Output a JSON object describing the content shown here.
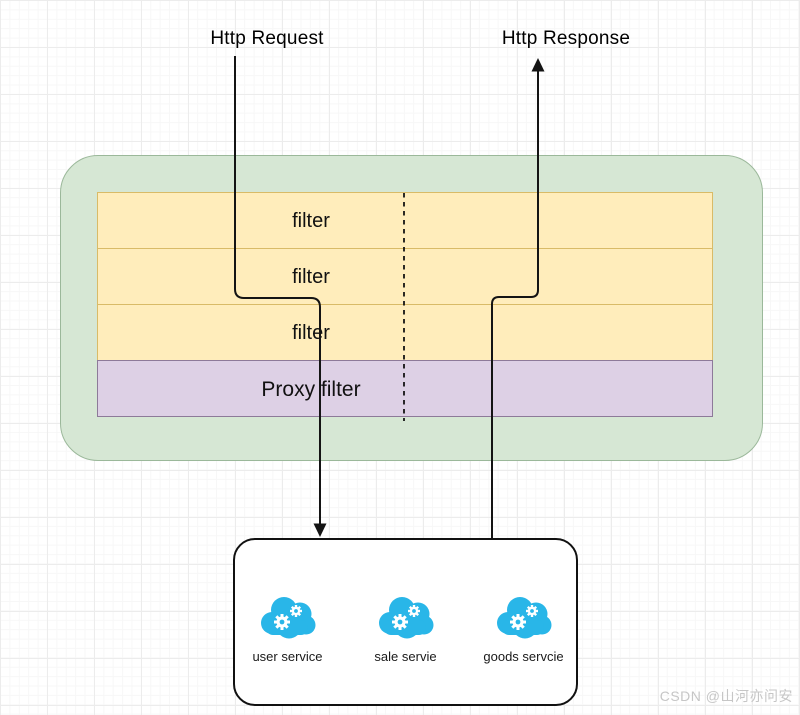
{
  "diagram": {
    "request_label": "Http Request",
    "response_label": "Http Response",
    "filters": [
      "filter",
      "filter",
      "filter"
    ],
    "proxy_filter": "Proxy filter",
    "services": [
      {
        "icon": "cloud-gears-icon",
        "label": "user service"
      },
      {
        "icon": "cloud-gears-icon",
        "label": "sale servie"
      },
      {
        "icon": "cloud-gears-icon",
        "label": "goods servcie"
      }
    ],
    "watermark": "CSDN @山河亦问安",
    "colors": {
      "container_fill": "#d6e7d4",
      "container_border": "#9bb89a",
      "filter_fill": "#ffedbb",
      "filter_border": "#d9bb67",
      "proxy_fill": "#ddd0e5",
      "proxy_border": "#8d7a99",
      "service_cloud_blue": "#29b6e8",
      "connector_line": "#141414",
      "watermark_gray": "#c6c6c6"
    }
  }
}
